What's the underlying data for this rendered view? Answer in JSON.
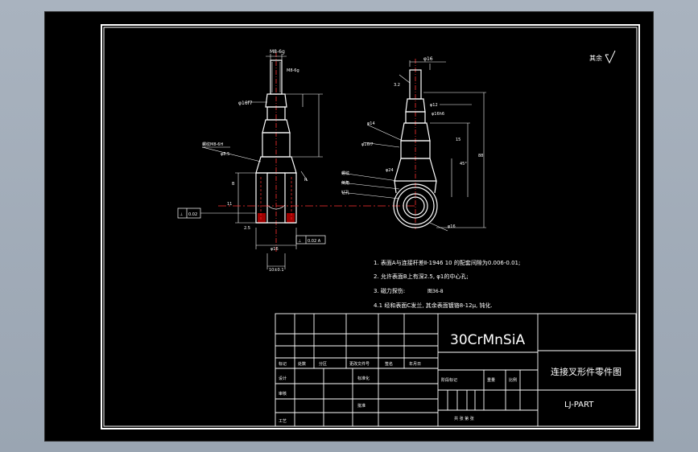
{
  "roughness_symbol": "其余",
  "notes": [
    "1. 表面A与连接杆差Ⅱ-1946 10 的配套间隙为0.006-0.01;",
    "2. 允许表面B上有深2.5, φ1的中心孔;",
    "3. 磁力探伤:",
    "4.1 经和表面C发兰, 其余表面镀铬8-12μ, 钝化."
  ],
  "note3_extra": "图36-8",
  "title_block": {
    "material": "30CrMnSiA",
    "part_name": "连接叉形件零件图",
    "drawing_no": "LJ-PART",
    "header_row": [
      "标记",
      "处数",
      "分区",
      "更改文件号",
      "签名",
      "年月日"
    ],
    "sign_rows": [
      "设计",
      "审核",
      "工艺"
    ],
    "mid_labels": [
      "标准化",
      "批准"
    ],
    "stage_label": "阶段标记",
    "weight_label": "重量",
    "scale_label": "比例",
    "sheet_label": "共 张 第 张"
  },
  "callouts": {
    "dim_top_left": "M8-6g",
    "dim_top_right": "φ16",
    "tolerance": "0.02",
    "datum": "A",
    "leader_1": "螺纹",
    "leader_2": "倒角",
    "leader_3": "钻孔",
    "leader_4": "φ16"
  }
}
